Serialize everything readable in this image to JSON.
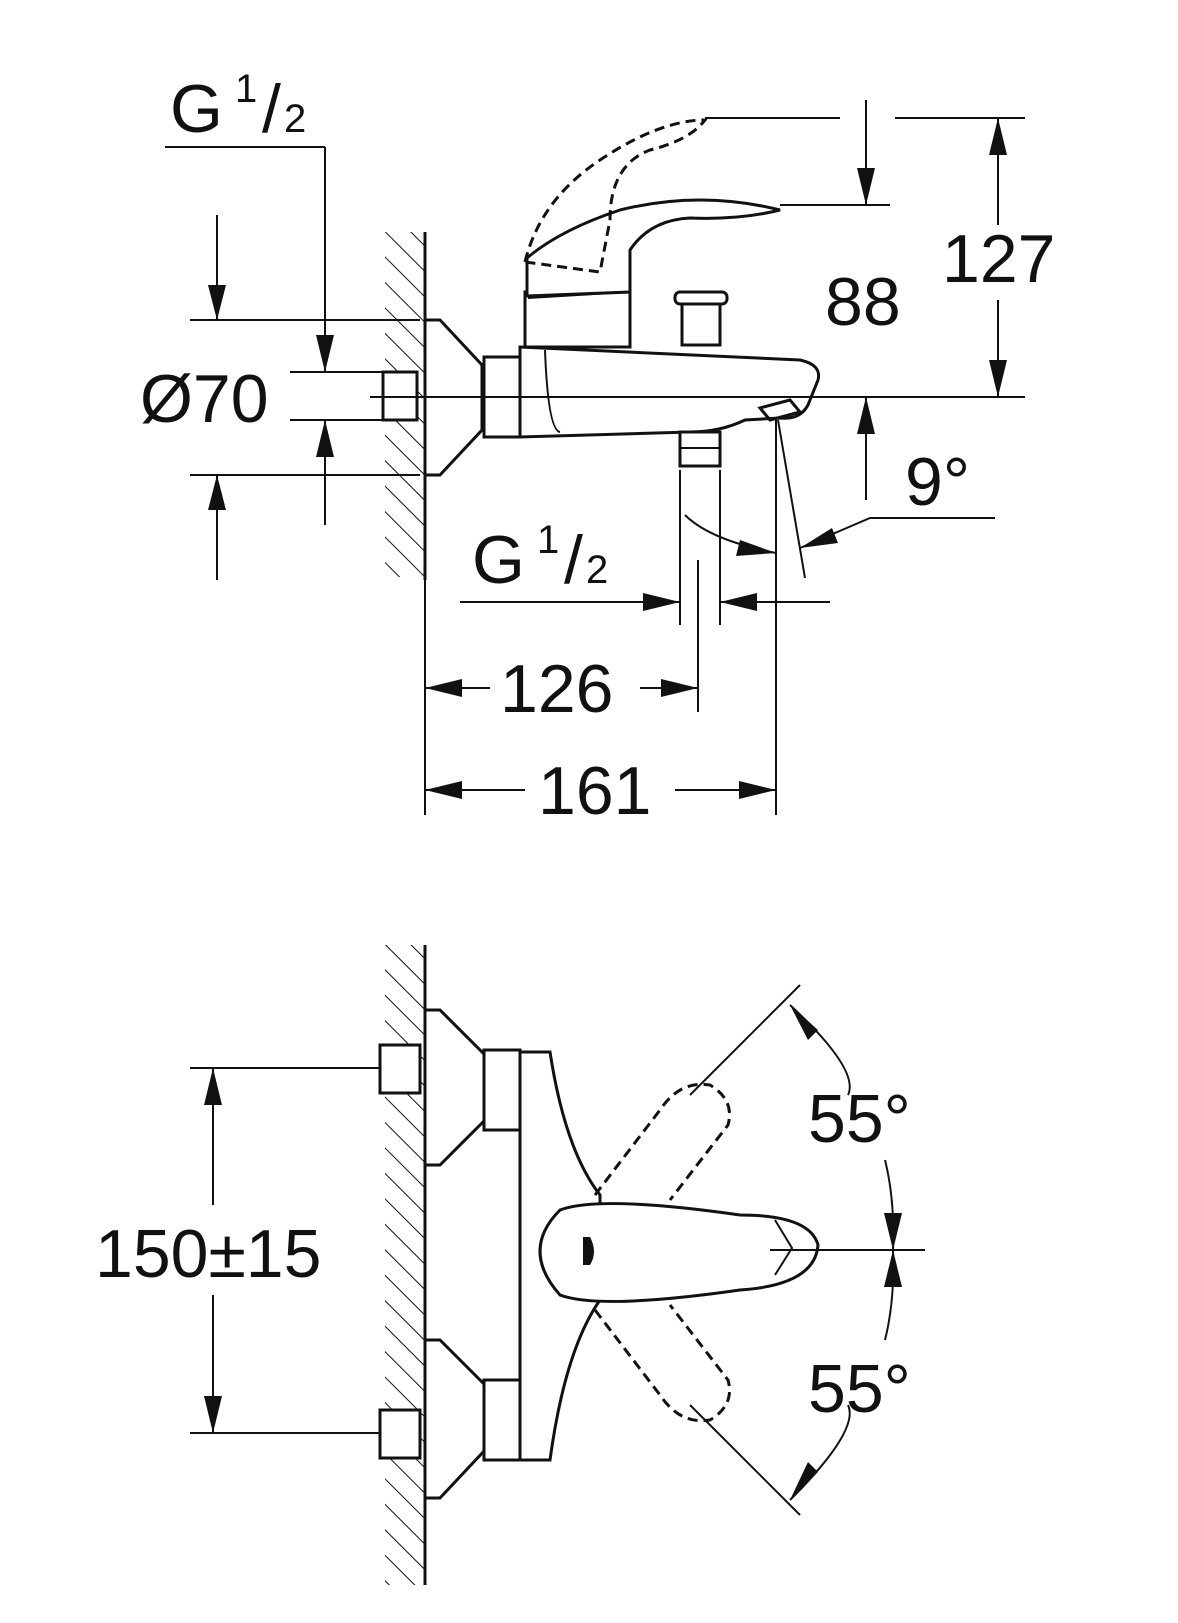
{
  "side_view": {
    "thread_top": {
      "prefix": "G",
      "num": "1",
      "den": "2"
    },
    "diameter": "Ø70",
    "height_total": "127",
    "height_spout": "88",
    "spout_angle": "9°",
    "thread_bottom": {
      "prefix": "G",
      "num": "1",
      "den": "2"
    },
    "depth_outlet": "126",
    "depth_total": "161"
  },
  "front_view": {
    "center_distance": "150±15",
    "lever_angle_up": "55°",
    "lever_angle_down": "55°"
  }
}
